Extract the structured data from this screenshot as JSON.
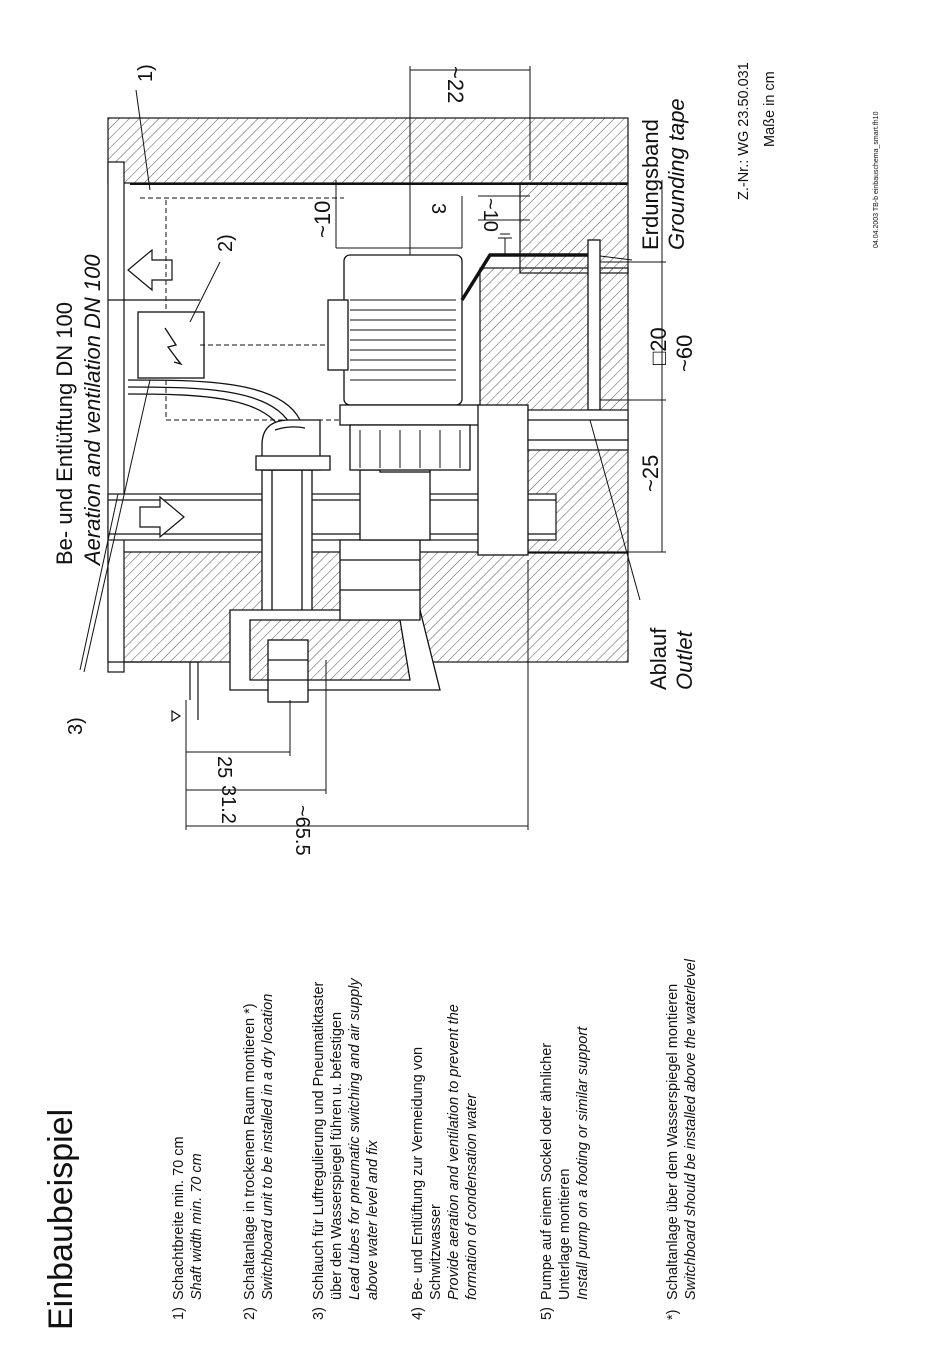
{
  "title": "Einbaubeispiel",
  "notes": [
    {
      "num": "1)",
      "de": [
        "Schachtbreite min. 70 cm"
      ],
      "en": [
        "Shaft width min. 70 cm"
      ]
    },
    {
      "num": "2)",
      "de": [
        "Schaltanlage in trockenem Raum montieren *)"
      ],
      "en": [
        "Switchboard unit to be installed in a dry location"
      ]
    },
    {
      "num": "3)",
      "de": [
        "Schlauch für Luftregulierung und Pneumatiktaster",
        "über den Wasserspiegel führen u. befestigen"
      ],
      "en": [
        "Lead tubes for pneumatic switching and air supply",
        "above water level and fix"
      ]
    },
    {
      "num": "4)",
      "de": [
        "Be- und Entlüftung zur Vermeidung von",
        "Schwitzwasser"
      ],
      "en": [
        "Provide aeration and ventilation to prevent the",
        "formation of condensation water"
      ]
    },
    {
      "num": "5)",
      "de": [
        "Pumpe auf einem Sockel oder ähnlicher",
        "Unterlage montieren"
      ],
      "en": [
        "Install pump on a footing or similar support"
      ]
    },
    {
      "num": "*)",
      "de": [
        "Schaltanlage über dem Wasserspiegel montieren"
      ],
      "en": [
        "Switchboard should be installed above the waterlevel"
      ]
    }
  ],
  "diagram": {
    "ventilation_de": "Be- und Entlüftung DN 100",
    "ventilation_en": "Aeration and ventilation DN 100",
    "callout_1": "1)",
    "callout_2": "2)",
    "callout_3": "3)",
    "outlet_de": "Ablauf",
    "outlet_en": "Outlet",
    "grounding_de": "Erdungsband",
    "grounding_en": "Grounding tape",
    "dims": {
      "d22": "~22",
      "d10a": "~10",
      "d3": "3",
      "d10b": "~10",
      "d20": "□20",
      "d60": "~60",
      "d25a": "~25",
      "d25b": "25",
      "d312": "31.2",
      "d655": "~65.5"
    }
  },
  "drawing_no": "Z.-Nr.: WG 23.50.031",
  "units": "Maße in cm",
  "footer": "04.04.2003   TB-b   einbauschema_smart.fh10"
}
